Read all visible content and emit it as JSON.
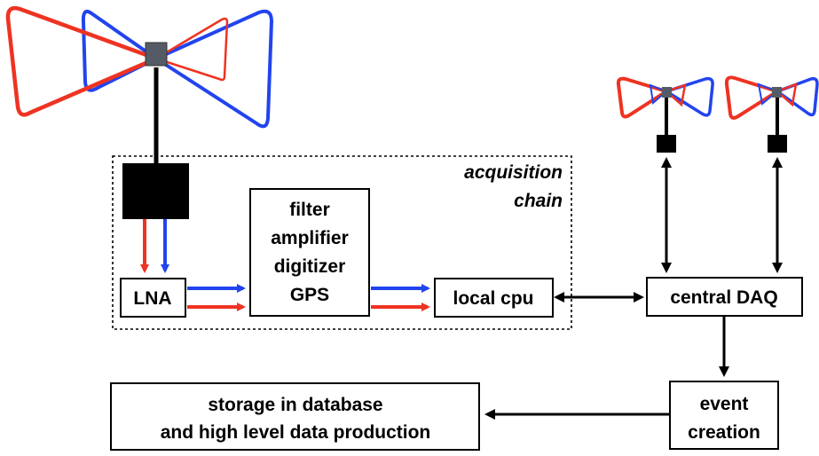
{
  "colors": {
    "red": "#ee3322",
    "blue": "#2244ee",
    "black": "#000000",
    "feed_gray": "#555b66"
  },
  "acquisition_chain": {
    "line1": "acquisition",
    "line2": "chain"
  },
  "lna": {
    "label": "LNA"
  },
  "processing": {
    "line1": "filter",
    "line2": "amplifier",
    "line3": "digitizer",
    "line4": "GPS"
  },
  "local_cpu": {
    "label": "local cpu"
  },
  "central_daq": {
    "label": "central DAQ"
  },
  "event_creation": {
    "line1": "event",
    "line2": "creation"
  },
  "storage": {
    "line1": "storage in database",
    "line2": "and high level data production"
  }
}
